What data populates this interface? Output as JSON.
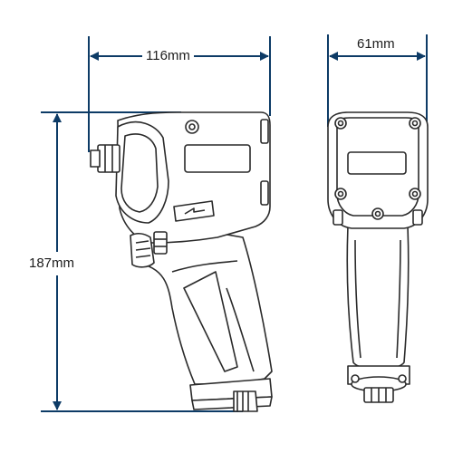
{
  "dimensions": {
    "side_width": "116mm",
    "front_width": "61mm",
    "height": "187mm"
  },
  "colors": {
    "dimension_line": "#0d3b66",
    "outline": "#2a2a2a",
    "fill": "#ffffff",
    "label_text": "#1d1d1d"
  },
  "icons": {
    "side_view": "impact-wrench-side-view",
    "front_view": "impact-wrench-front-view"
  }
}
